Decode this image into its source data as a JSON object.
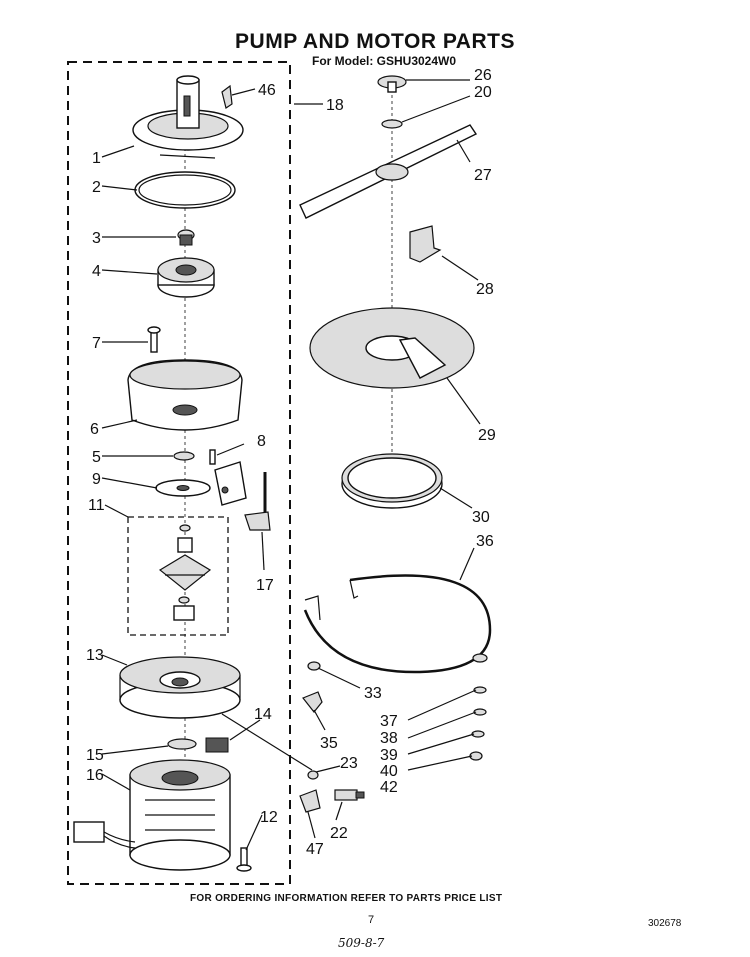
{
  "header": {
    "title": "PUMP AND MOTOR PARTS",
    "subtitle": "For Model: GSHU3024W0"
  },
  "footer": {
    "note": "FOR ORDERING INFORMATION REFER TO PARTS PRICE LIST",
    "page_number": "7",
    "document_number": "302678",
    "handwritten": "509-8-7"
  },
  "callouts": {
    "c1": "1",
    "c2": "2",
    "c3": "3",
    "c4": "4",
    "c5": "5",
    "c6": "6",
    "c7": "7",
    "c8": "8",
    "c9": "9",
    "c11": "11",
    "c12": "12",
    "c13": "13",
    "c14": "14",
    "c15": "15",
    "c16": "16",
    "c17": "17",
    "c18": "18",
    "c20": "20",
    "c22": "22",
    "c23": "23",
    "c26": "26",
    "c27": "27",
    "c28": "28",
    "c29": "29",
    "c30": "30",
    "c33": "33",
    "c35": "35",
    "c36": "36",
    "c37": "37",
    "c38": "38",
    "c39": "39",
    "c40": "40",
    "c42": "42",
    "c46": "46",
    "c47": "47"
  }
}
